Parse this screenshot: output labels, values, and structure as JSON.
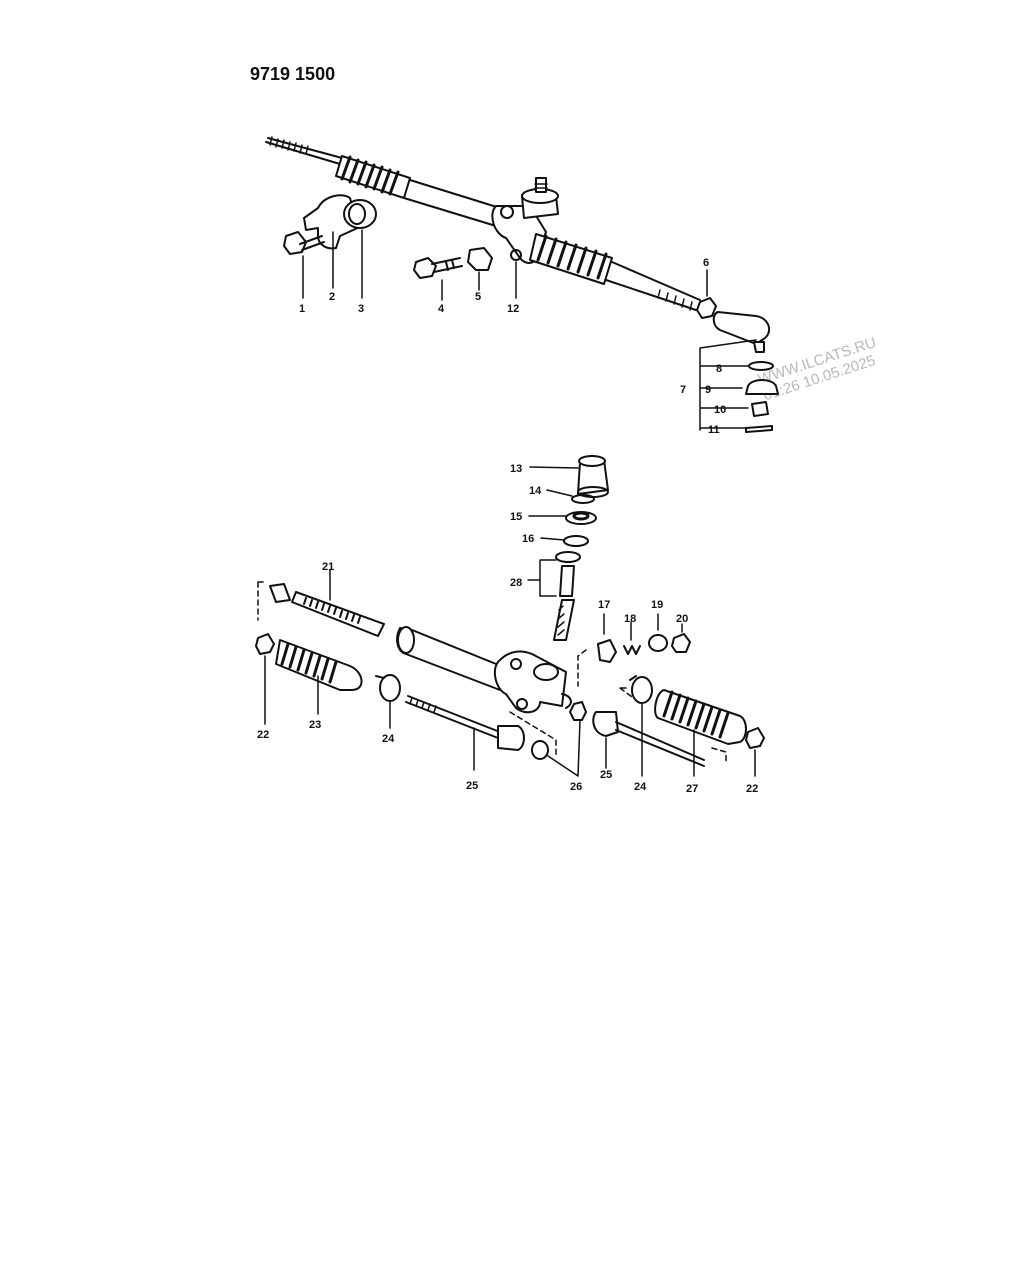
{
  "document_code": "9719 1500",
  "watermark": {
    "line1": "WWW.ILCATS.RU",
    "line2": "01:26 10.05.2025"
  },
  "callouts": {
    "c1": "1",
    "c2": "2",
    "c3": "3",
    "c4": "4",
    "c5": "5",
    "c6": "6",
    "c7": "7",
    "c8": "8",
    "c9": "9",
    "c10": "10",
    "c11": "11",
    "c12": "12",
    "c13": "13",
    "c14": "14",
    "c15": "15",
    "c16": "16",
    "c17": "17",
    "c18": "18",
    "c19": "19",
    "c20": "20",
    "c21": "21",
    "c22": "22",
    "c23": "23",
    "c24": "24",
    "c25": "25",
    "c26": "26",
    "c27": "27",
    "c28": "28"
  }
}
